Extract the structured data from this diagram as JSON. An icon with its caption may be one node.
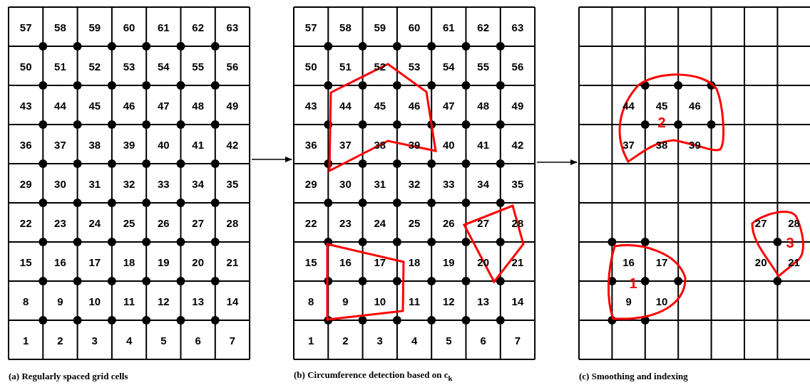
{
  "diagram": {
    "nodes": [
      {
        "text": [
          "(a) Regularly spaced grid cells"
        ]
      },
      {
        "text": [
          "(b) Circumference detection based on c$_{k}$"
        ]
      },
      {
        "text": [
          "(c) Smoothing and indexing"
        ]
      }
    ],
    "edges": [
      {
        "from": 0,
        "to": 1,
        "arrow": "to"
      },
      {
        "from": 1,
        "to": 2,
        "arrow": "to"
      }
    ],
    "labels": [
      "57",
      "58",
      "59",
      "60",
      "61",
      "62",
      "63",
      "50",
      "51",
      "52",
      "53",
      "54",
      "55",
      "56",
      "43",
      "44",
      "45",
      "46",
      "47",
      "48",
      "49",
      "36",
      "37",
      "38",
      "39",
      "40",
      "41",
      "42",
      "29",
      "30",
      "31",
      "32",
      "33",
      "34",
      "35",
      "22",
      "23",
      "24",
      "25",
      "26",
      "27",
      "28",
      "15",
      "16",
      "17",
      "18",
      "19",
      "20",
      "21",
      "8",
      "9",
      "10",
      "11",
      "12",
      "13",
      "14",
      "1",
      "2",
      "3",
      "4",
      "5",
      "6",
      "7",
      "57",
      "58",
      "59",
      "60",
      "61",
      "62",
      "63",
      "50",
      "51",
      "52",
      "53",
      "54",
      "55",
      "56",
      "43",
      "44",
      "45",
      "46",
      "47",
      "48",
      "49",
      "36",
      "37",
      "38",
      "39",
      "40",
      "41",
      "42",
      "29",
      "30",
      "31",
      "32",
      "33",
      "34",
      "35",
      "22",
      "23",
      "24",
      "25",
      "26",
      "27",
      "28",
      "15",
      "16",
      "17",
      "18",
      "19",
      "20",
      "21",
      "8",
      "9",
      "10",
      "11",
      "12",
      "13",
      "14",
      "1",
      "2",
      "3",
      "4",
      "5",
      "6",
      "7",
      "44",
      "45",
      "46",
      "2",
      "37",
      "38",
      "39",
      "27",
      "28",
      "3",
      "16",
      "17",
      "20",
      "21",
      "1",
      "9",
      "10"
    ]
  }
}
